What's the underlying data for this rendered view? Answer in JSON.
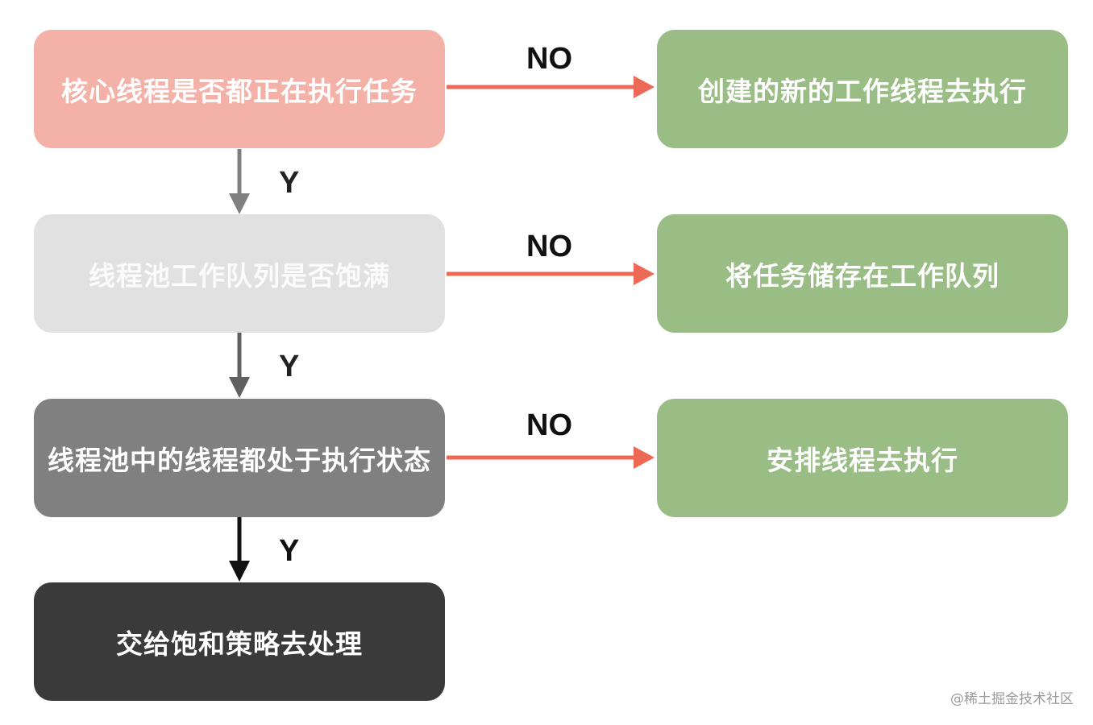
{
  "nodes": {
    "core_check": {
      "label": "核心线程是否都正在执行任务",
      "color": "#f3b1a7"
    },
    "create_thread": {
      "label": "创建的新的工作线程去执行",
      "color": "#99bd84"
    },
    "queue_check": {
      "label": "线程池工作队列是否饱满",
      "color": "#e1e1e1"
    },
    "store_queue": {
      "label": "将任务储存在工作队列",
      "color": "#99bd84"
    },
    "pool_check": {
      "label": "线程池中的线程都处于执行状态",
      "color": "#808080"
    },
    "arrange_thread": {
      "label": "安排线程去执行",
      "color": "#99bd84"
    },
    "saturation": {
      "label": "交给饱和策略去处理",
      "color": "#3a3a3a"
    }
  },
  "edges": {
    "no_1": "NO",
    "no_2": "NO",
    "no_3": "NO",
    "y_1": "Y",
    "y_2": "Y",
    "y_3": "Y"
  },
  "colors": {
    "no_arrow": "#ec6a55",
    "y_arrow_1": "#808080",
    "y_arrow_2": "#606060",
    "y_arrow_3": "#111111"
  },
  "footer": {
    "credit": "@稀土掘金技术社区"
  }
}
